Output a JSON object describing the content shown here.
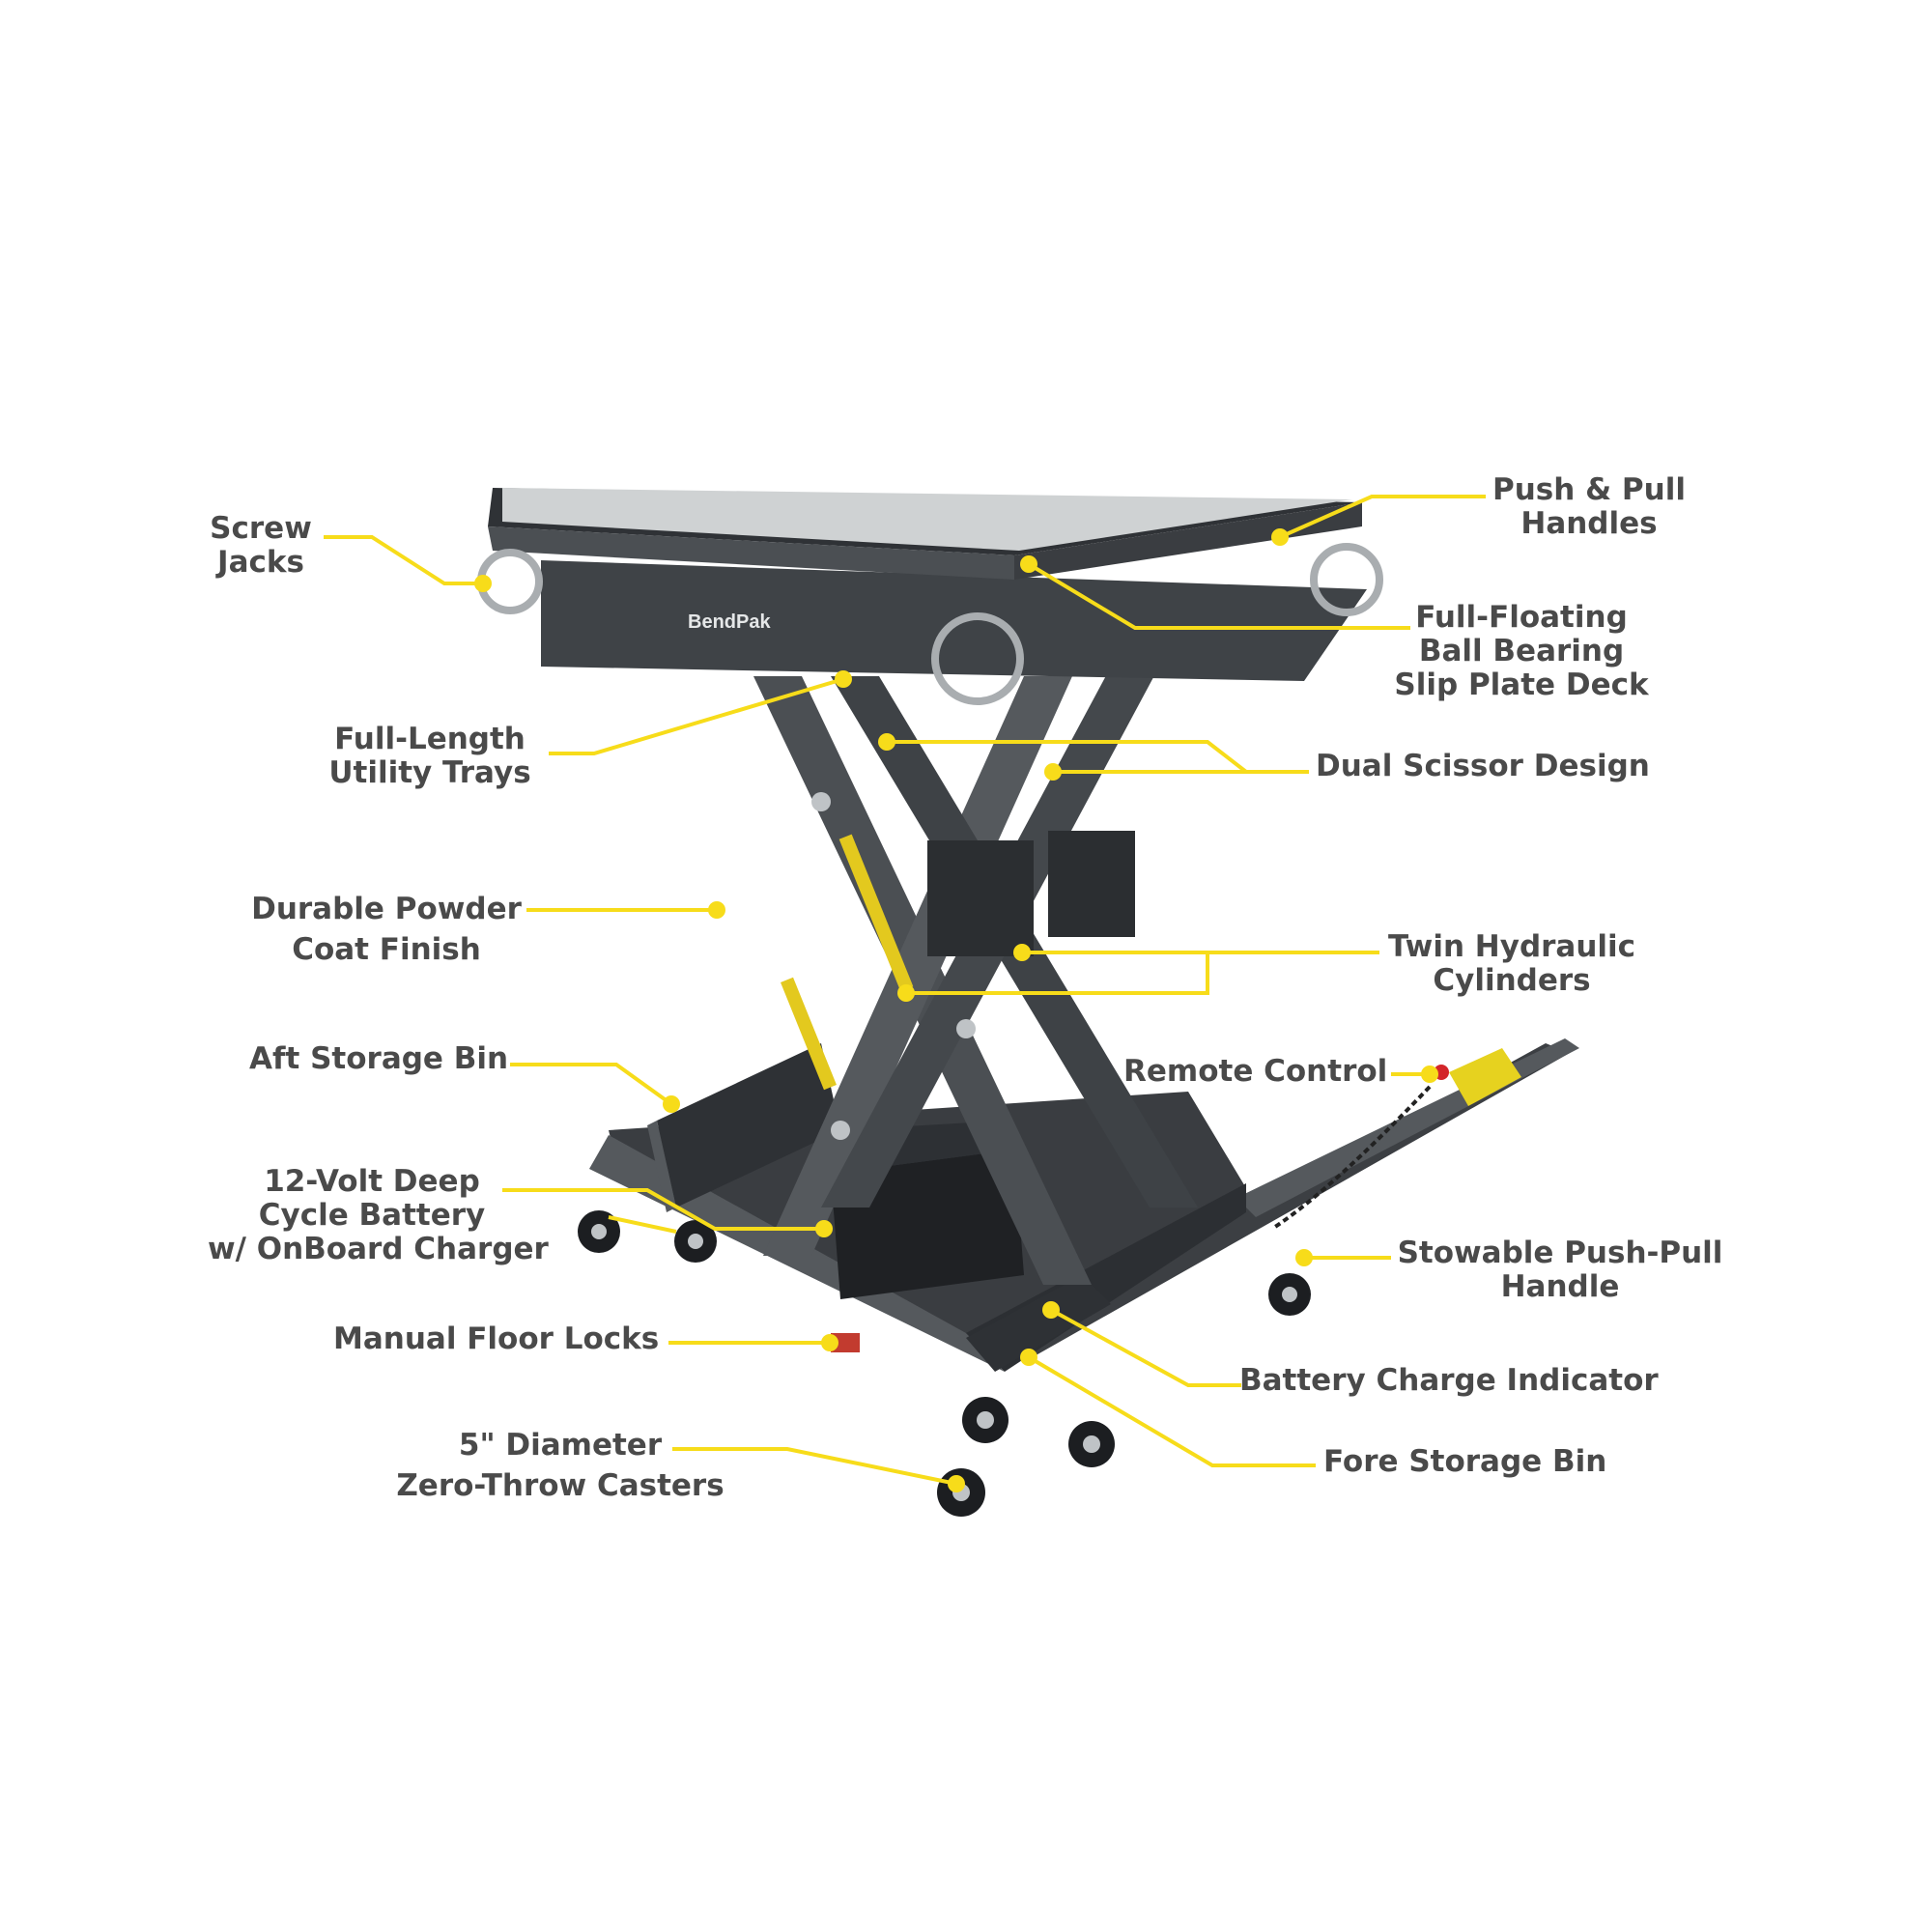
{
  "brand": "BendPak",
  "colors": {
    "callout": "#f7dc1a",
    "frame": "#4b4f53",
    "frame_dark": "#2f3236",
    "deck": "#cfd2d3",
    "text": "#4a4a4a"
  },
  "labels": {
    "screw_jacks": [
      "Screw",
      "Jacks"
    ],
    "push_pull_handles": [
      "Push & Pull",
      "Handles"
    ],
    "slip_plate_deck": [
      "Full-Floating",
      "Ball Bearing",
      "Slip Plate Deck"
    ],
    "utility_trays": [
      "Full-Length",
      "Utility Trays"
    ],
    "dual_scissor": [
      "Dual Scissor Design"
    ],
    "powder_coat": [
      "Durable Powder",
      "Coat Finish"
    ],
    "twin_cylinders": [
      "Twin Hydraulic",
      "Cylinders"
    ],
    "aft_bin": [
      "Aft Storage Bin"
    ],
    "remote_control": [
      "Remote Control"
    ],
    "battery": [
      "12-Volt Deep",
      "Cycle Battery",
      "w/ OnBoard Charger"
    ],
    "stowable_handle": [
      "Stowable Push-Pull",
      "Handle"
    ],
    "floor_locks": [
      "Manual Floor Locks"
    ],
    "charge_indicator": [
      "Battery Charge Indicator"
    ],
    "casters": [
      "5\" Diameter",
      "Zero-Throw Casters"
    ],
    "fore_bin": [
      "Fore Storage Bin"
    ]
  }
}
